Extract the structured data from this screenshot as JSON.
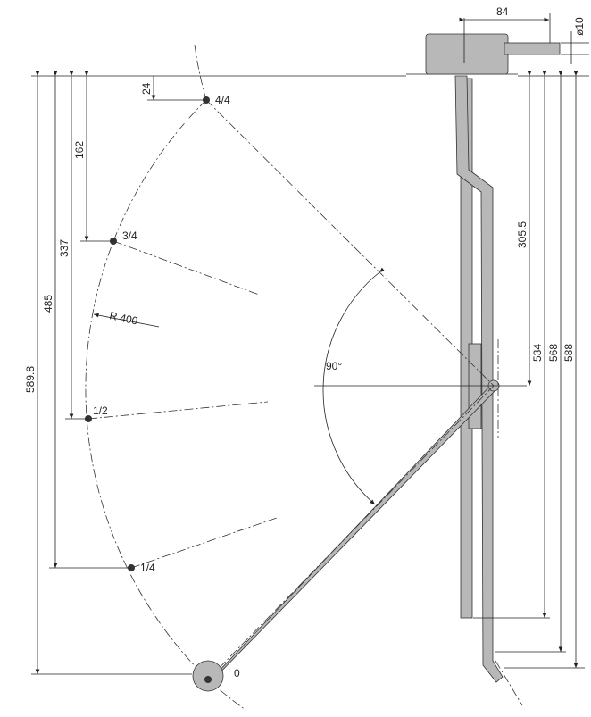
{
  "dimensions": {
    "motor_width": "84",
    "shaft_diameter": "ø10",
    "top_offset": "24",
    "d162": "162",
    "d337": "337",
    "d485": "485",
    "d589_8": "589.8",
    "d305_5": "305.5",
    "d534": "534",
    "d568": "568",
    "d588": "588",
    "radius": "R 400",
    "angle": "90°"
  },
  "positions": [
    "4/4",
    "3/4",
    "1/2",
    "1/4",
    "0"
  ],
  "colors": {
    "part": "#b8b8b8",
    "line": "#222222"
  }
}
